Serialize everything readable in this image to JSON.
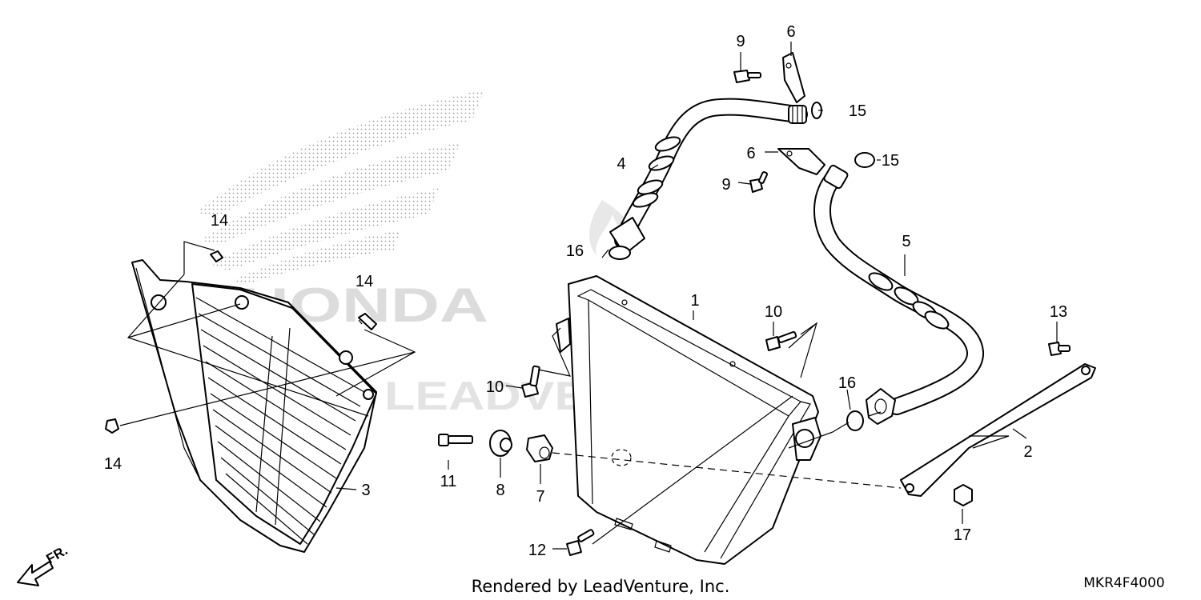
{
  "diagram": {
    "rendered_by": "Rendered by LeadVenture, Inc.",
    "diagram_code": "MKR4F4000",
    "front_label": "FR.",
    "watermark_brand": "HONDA",
    "watermark_company": "LEADVENTURE",
    "callouts": {
      "c1": "1",
      "c2": "2",
      "c3": "3",
      "c4": "4",
      "c5": "5",
      "c6a": "6",
      "c6b": "6",
      "c7": "7",
      "c8": "8",
      "c9a": "9",
      "c9b": "9",
      "c10a": "10",
      "c10b": "10",
      "c11": "11",
      "c12": "12",
      "c13": "13",
      "c14a": "14",
      "c14b": "14",
      "c14c": "14",
      "c15a": "15",
      "c15b": "15",
      "c16a": "16",
      "c16b": "16",
      "c17": "17"
    }
  }
}
